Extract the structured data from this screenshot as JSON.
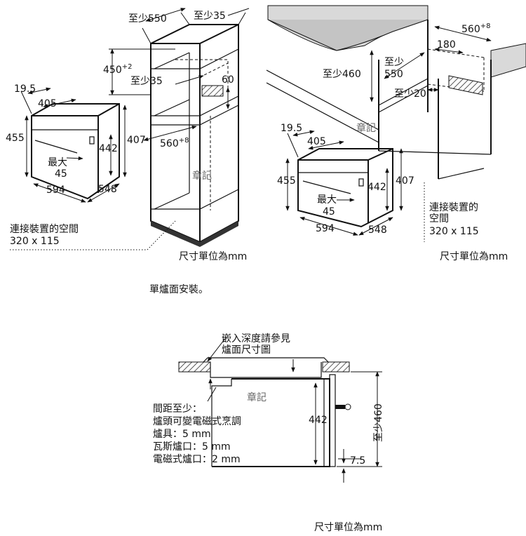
{
  "top_left": {
    "depth_min": "至少550",
    "side_min_top": "至少35",
    "height_450": "450",
    "height_450_tol": "+2",
    "gap_min_35": "至少35",
    "dim_60": "60",
    "dim_560": "560",
    "dim_560_tol": "+8",
    "stamp": "章記",
    "oven_19_5": "19.5",
    "oven_405": "405",
    "oven_455": "455",
    "oven_442": "442",
    "oven_407": "407",
    "oven_max": "最大",
    "oven_45": "45",
    "oven_594": "594",
    "oven_548": "548",
    "conn_space_1": "連接裝置的空間",
    "conn_space_2": "320 x 115",
    "unit_note": "尺寸單位為mm"
  },
  "top_right": {
    "dim_560": "560",
    "dim_560_tol": "+8",
    "dim_180": "180",
    "min_460": "至少460",
    "min_550_a": "至少",
    "min_550_b": "550",
    "min_20": "至少20",
    "stamp": "章記",
    "oven_19_5": "19.5",
    "oven_405": "405",
    "oven_455": "455",
    "oven_442": "442",
    "oven_407": "407",
    "oven_max": "最大",
    "oven_45": "45",
    "oven_594": "594",
    "oven_548": "548",
    "conn_1": "連接裝置的",
    "conn_2": "空間",
    "conn_3": "320 x 115",
    "unit_note": "尺寸單位為mm"
  },
  "middle": {
    "caption": "單爐面安裝。"
  },
  "bottom": {
    "note_1": "嵌入深度請參見",
    "note_2": "爐面尺寸圖",
    "stamp": "章記",
    "gap_title": "間距至少：",
    "gap_line_1": "爐頭可變電磁式烹調",
    "gap_line_2": "爐具：5 mm",
    "gap_line_3": "瓦斯爐口：5 mm",
    "gap_line_4": "電磁式爐口：2 mm",
    "dim_442": "442",
    "dim_7_5": "7.5",
    "min_460": "至少460",
    "unit_note": "尺寸單位為mm"
  }
}
